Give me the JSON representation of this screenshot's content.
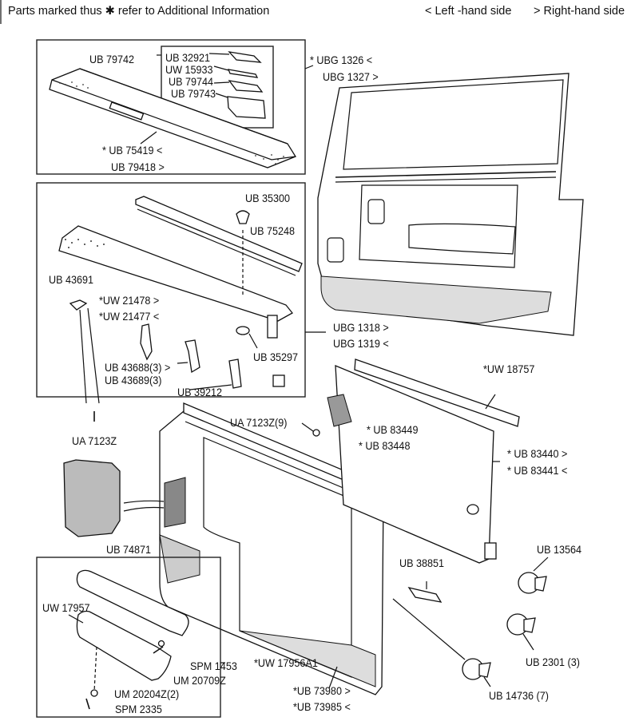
{
  "header": {
    "note": "Parts marked thus ✱ refer to Additional Information",
    "legend_left": "< Left -hand side",
    "legend_right": "> Right-hand side"
  },
  "groups": {
    "cappings_top": {
      "title_a": "* UBG 1326 <",
      "title_b": "UBG 1327 >",
      "parts": [
        {
          "id": "UB 79742"
        },
        {
          "id": "UB 32921"
        },
        {
          "id": "UW 15933"
        },
        {
          "id": "UB 79744"
        },
        {
          "id": "UB 79743"
        },
        {
          "id": "* UB 75419 <"
        },
        {
          "id": "UB 79418 >"
        }
      ]
    },
    "capping_lower": {
      "title_a": "UBG 1318 >",
      "title_b": "UBG 1319 <",
      "parts": [
        {
          "id": "UB 35300"
        },
        {
          "id": "UB 75248"
        },
        {
          "id": "UB 43691"
        },
        {
          "id": "*UW 21478 >"
        },
        {
          "id": "*UW 21477 <"
        },
        {
          "id": "UB 35297"
        },
        {
          "id": "UB 43688(3) >"
        },
        {
          "id": "UB 43689(3)"
        },
        {
          "id": "UB 39212"
        }
      ]
    },
    "armrest": {
      "title": "*UW 17956A1",
      "parts": [
        {
          "id": "UW 17957"
        },
        {
          "id": "SPM 1453"
        },
        {
          "id": "UM 20709Z"
        },
        {
          "id": "UM 20204Z(2)"
        },
        {
          "id": "SPM 2335"
        }
      ]
    }
  },
  "loose_parts": {
    "ua_7123z": "UA 7123Z",
    "ua_7123z_9": "UA 7123Z(9)",
    "ub_83449": "* UB 83449",
    "ub_83448": "* UB 83448",
    "uw_18757": "*UW 18757",
    "ub_83440": "* UB 83440 >",
    "ub_83441": "* UB 83441 <",
    "ub_74871": "UB 74871",
    "ub_38851": "UB 38851",
    "ub_13564": "UB 13564",
    "ub_2301": "UB 2301 (3)",
    "ub_14736": "UB 14736 (7)",
    "ub_73980": "*UB 73980  >",
    "ub_73985": "*UB 73985 <"
  }
}
